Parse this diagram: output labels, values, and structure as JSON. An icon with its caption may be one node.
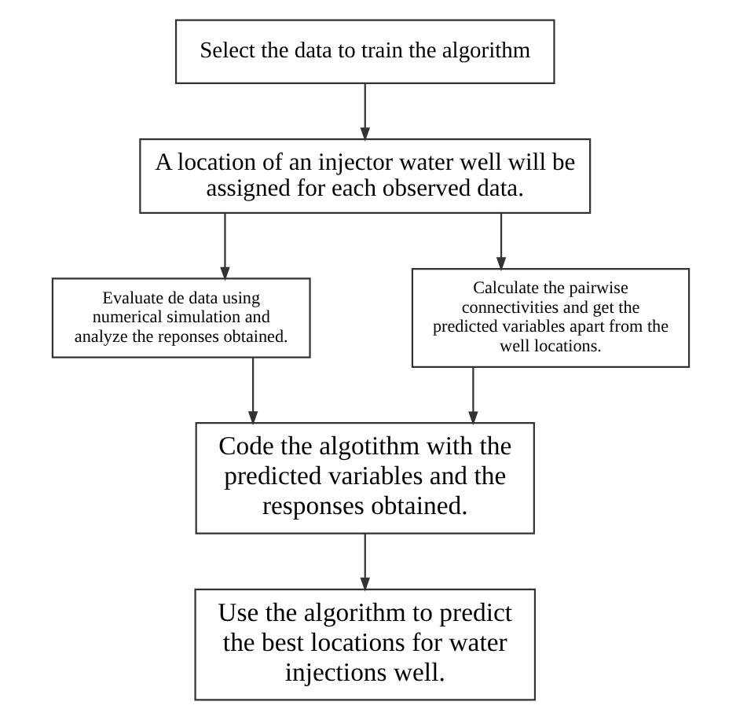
{
  "diagram": {
    "nodes": [
      {
        "text": [
          "Select the data to train the algorithm"
        ]
      },
      {
        "text": [
          "A location of an injector water well will be assigned for each observed data."
        ]
      },
      {
        "text": [
          "Evaluate de data using numerical simulation and analyze the reponses obtained."
        ]
      },
      {
        "text": [
          "Calculate the pairwise connectivities and get the predicted variables apart from the well locations."
        ]
      },
      {
        "text": [
          "Code the algotithm with the predicted variables and the responses obtained."
        ]
      },
      {
        "text": [
          "Use the algorithm to predict the best locations for water injections well."
        ]
      }
    ],
    "edges": [
      {
        "from": 0,
        "to": 1,
        "arrow": "to"
      },
      {
        "from": 1,
        "to": 2,
        "arrow": "to"
      },
      {
        "from": 1,
        "to": 3,
        "arrow": "to"
      },
      {
        "from": 2,
        "to": 4,
        "arrow": "to"
      },
      {
        "from": 3,
        "to": 4,
        "arrow": "to"
      },
      {
        "from": 4,
        "to": 5,
        "arrow": "to"
      }
    ]
  }
}
